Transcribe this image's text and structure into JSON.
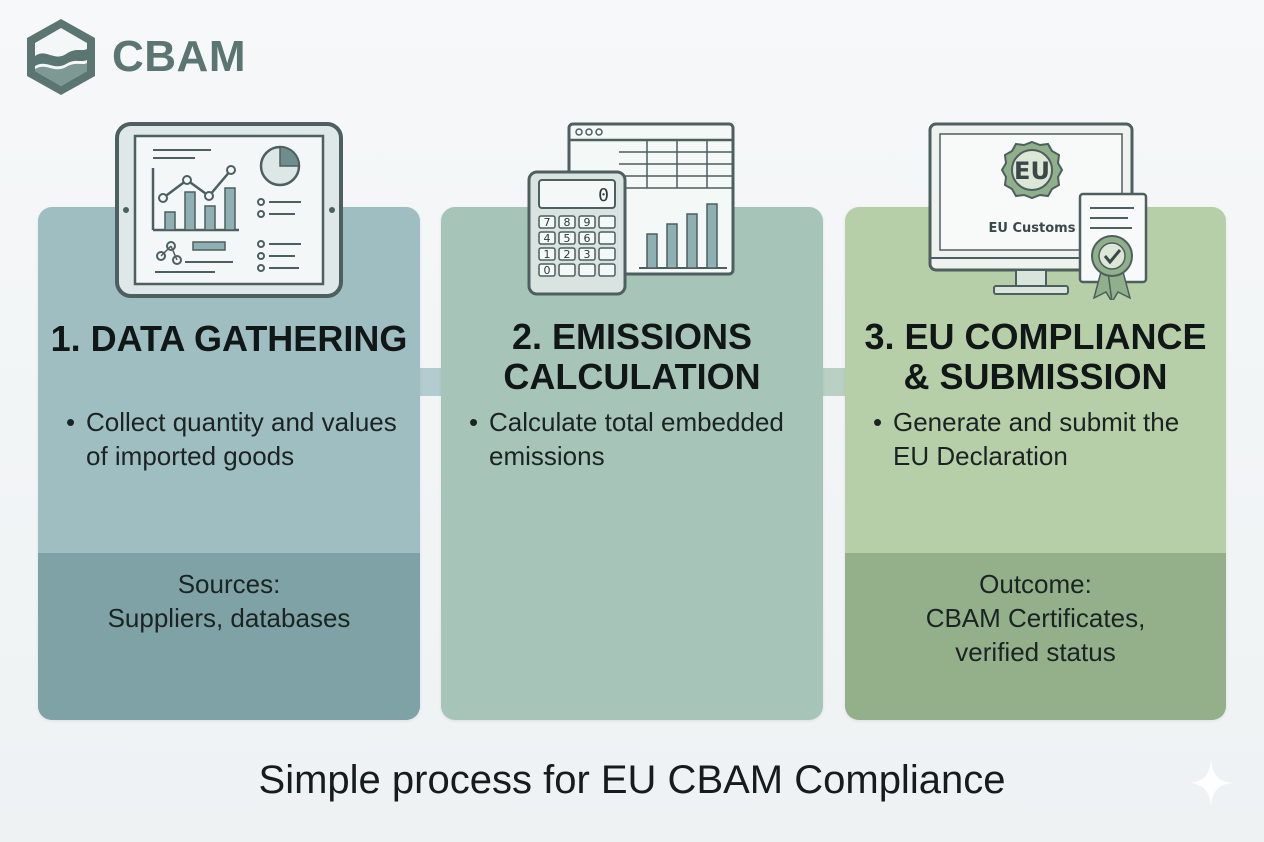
{
  "brand": {
    "name": "CBAM",
    "icon": "hexagon-wave-logo-icon"
  },
  "steps": [
    {
      "title_line1": "1. DATA GATHERING",
      "bullet": "Collect quantity and values of imported goods",
      "footer_lines": [
        "Sources:",
        "Suppliers, databases"
      ],
      "icon": "tablet-analytics-icon"
    },
    {
      "title_line1": "2. EMISSIONS",
      "title_line2": "CALCULATION",
      "bullet": "Calculate total embedded emissions",
      "icon": "calculator-spreadsheet-icon",
      "calculator_display": "0",
      "calculator_keys": [
        "7",
        "8",
        "9",
        "4",
        "5",
        "6",
        "1",
        "2",
        "3",
        "0"
      ]
    },
    {
      "title_line1": "3. EU COMPLIANCE",
      "title_line2": "& SUBMISSION",
      "bullet": "Generate and submit the EU Declaration",
      "footer_lines": [
        "Outcome:",
        "CBAM Certificates,",
        "verified status"
      ],
      "icon": "monitor-eu-customs-icon",
      "seal_text": "EU",
      "screen_label": "EU Customs"
    }
  ],
  "bullet_symbol": "•",
  "caption": "Simple process for EU CBAM Compliance",
  "colors": {
    "card1": "#9fbec1",
    "card1_footer": "#7ea2a5",
    "card2": "#a7c4b9",
    "card3": "#b7cfa8",
    "card3_footer": "#93b08a",
    "brand": "#5a7572"
  }
}
